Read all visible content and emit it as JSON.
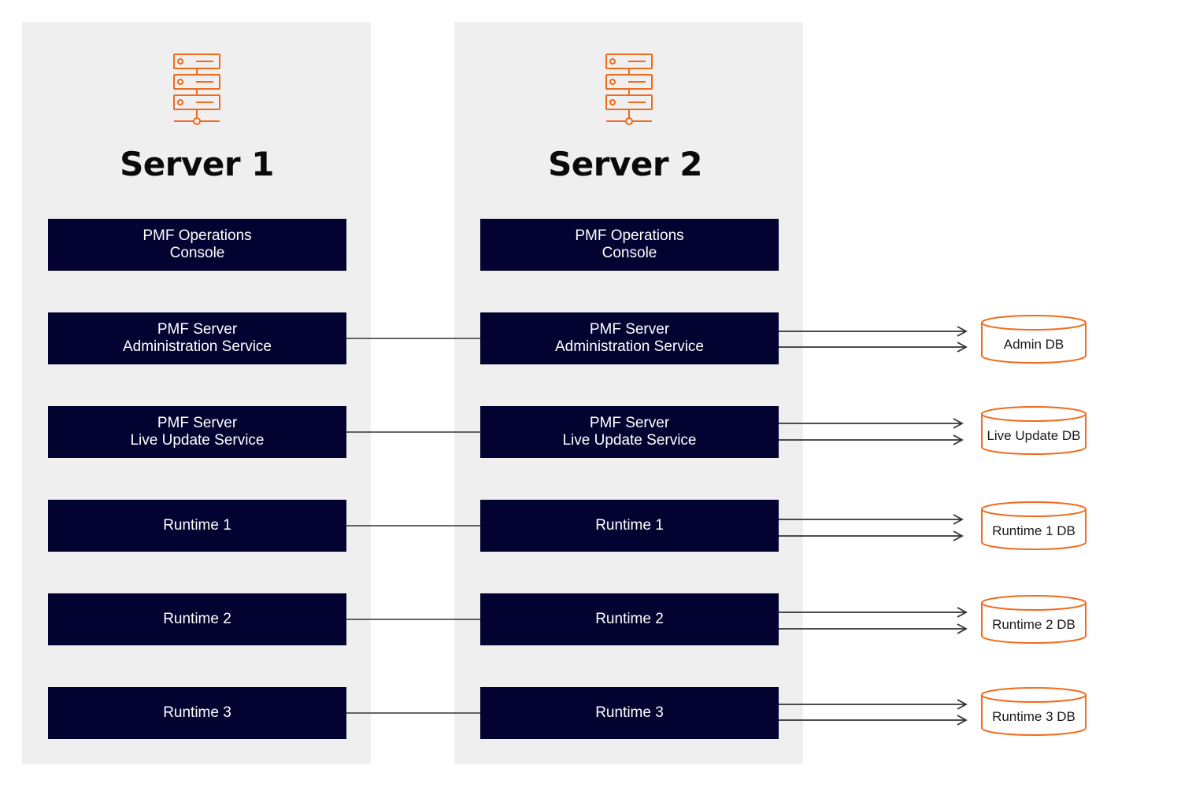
{
  "colors": {
    "panel": "#efefef",
    "box": "#020331",
    "box_text": "#ffffff",
    "accent": "#f26a1b",
    "line": "#333333"
  },
  "servers": [
    {
      "title": "Server 1",
      "icon": "server-rack-icon",
      "components": [
        {
          "line1": "PMF Operations",
          "line2": "Console"
        },
        {
          "line1": "PMF Server",
          "line2": "Administration Service"
        },
        {
          "line1": "PMF Server",
          "line2": "Live Update Service"
        },
        {
          "line1": "Runtime 1",
          "line2": ""
        },
        {
          "line1": "Runtime 2",
          "line2": ""
        },
        {
          "line1": "Runtime 3",
          "line2": ""
        }
      ]
    },
    {
      "title": "Server 2",
      "icon": "server-rack-icon",
      "components": [
        {
          "line1": "PMF Operations",
          "line2": "Console"
        },
        {
          "line1": "PMF Server",
          "line2": "Administration Service"
        },
        {
          "line1": "PMF Server",
          "line2": "Live Update Service"
        },
        {
          "line1": "Runtime 1",
          "line2": ""
        },
        {
          "line1": "Runtime 2",
          "line2": ""
        },
        {
          "line1": "Runtime 3",
          "line2": ""
        }
      ]
    }
  ],
  "databases": [
    {
      "label": "Admin DB"
    },
    {
      "label": "Live Update DB"
    },
    {
      "label": "Runtime 1 DB"
    },
    {
      "label": "Runtime 2 DB"
    },
    {
      "label": "Runtime 3 DB"
    }
  ]
}
